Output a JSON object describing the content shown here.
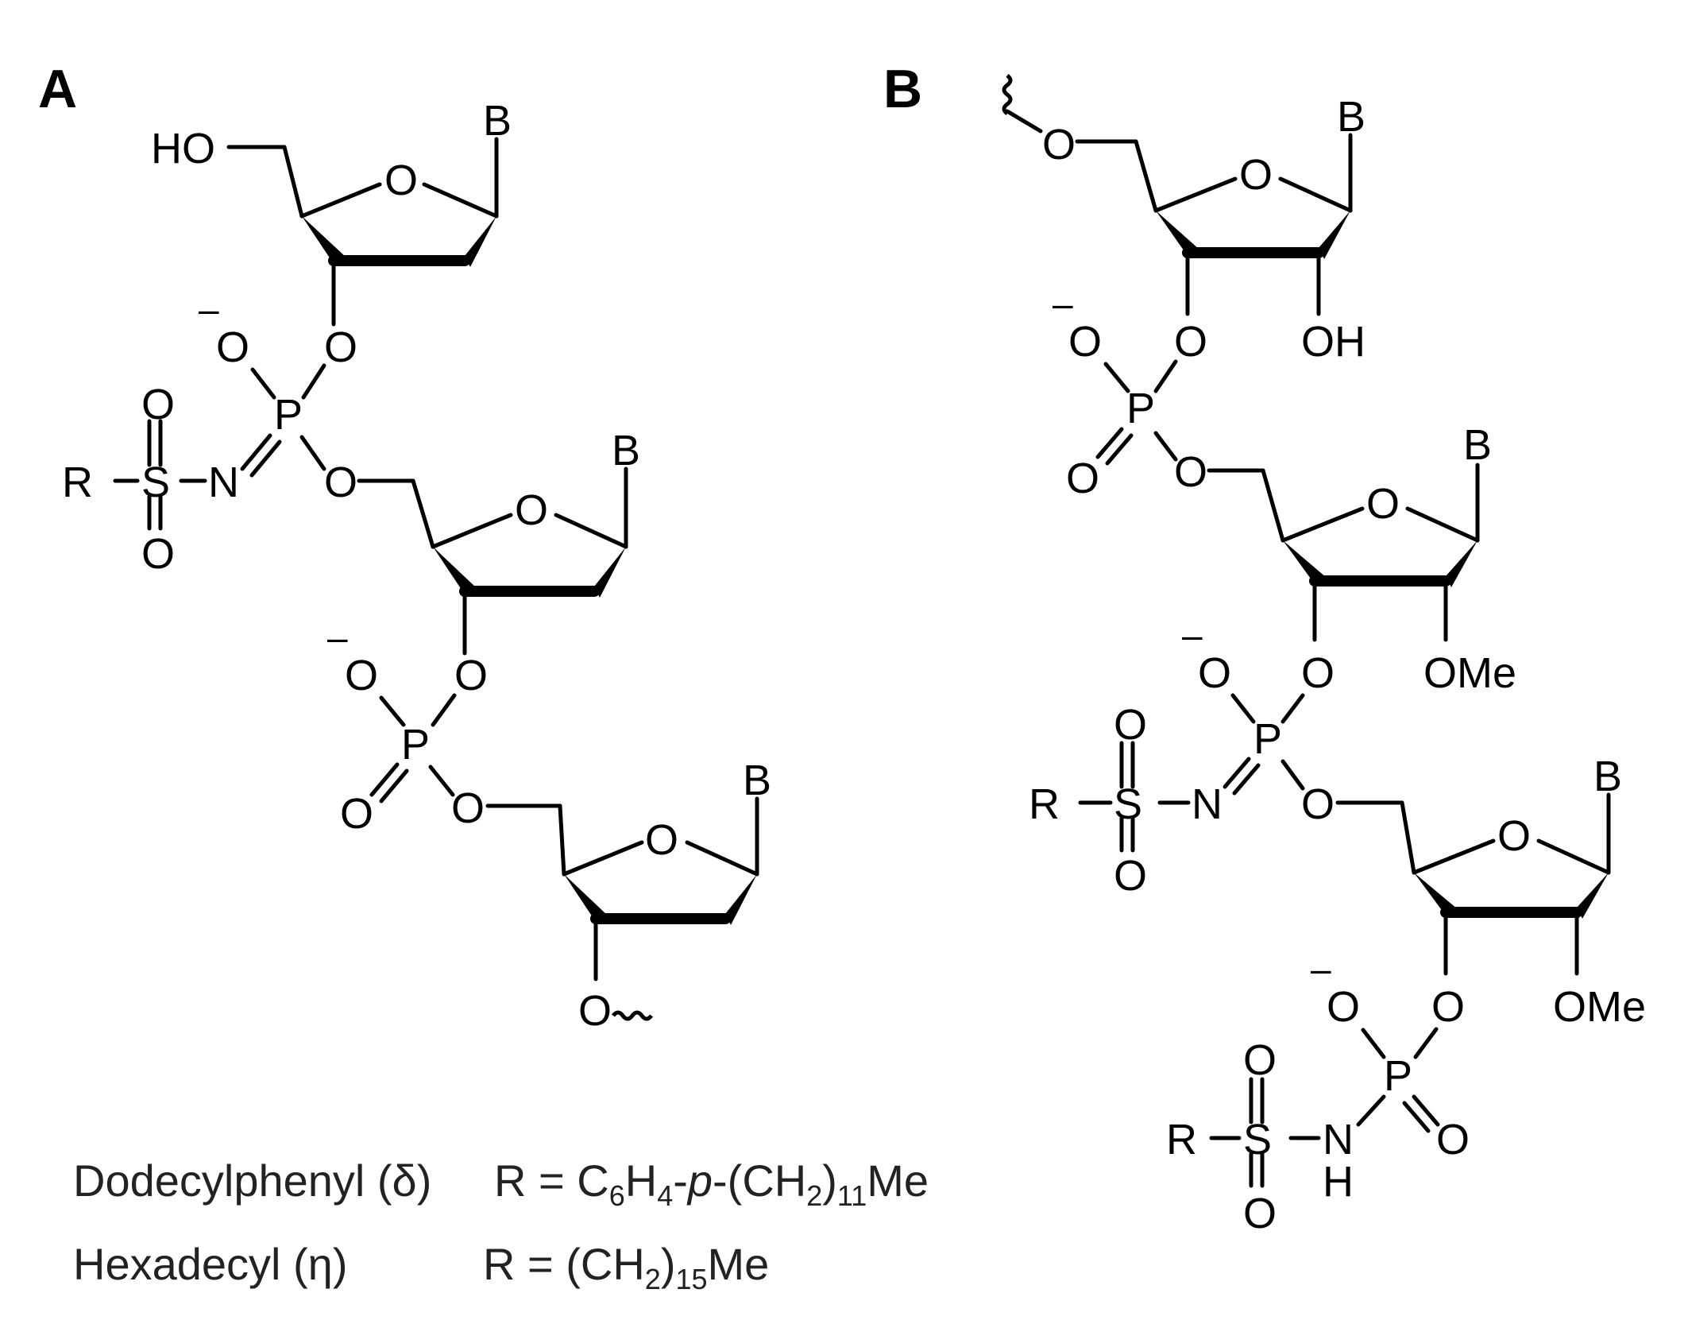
{
  "panels": {
    "a": {
      "label": "A"
    },
    "b": {
      "label": "B"
    }
  },
  "atoms": {
    "ho": "HO",
    "o": "O",
    "b": "B",
    "p": "P",
    "n": "N",
    "s": "S",
    "r": "R",
    "oh": "OH",
    "ome": "OMe",
    "h": "H",
    "minus": "–"
  },
  "legend": {
    "row1": {
      "name": "Dodecylphenyl (δ)",
      "formula": "R = C6H4-p-(CH2)11Me"
    },
    "row2": {
      "name": "Hexadecyl (η)",
      "formula": "R = (CH2)15Me"
    },
    "parts": {
      "r_eq": "R = C",
      "six": "6",
      "h": "H",
      "four": "4",
      "dash": "-",
      "p": "p",
      "ch_open": "-(CH",
      "two": "2",
      "close": ")",
      "eleven": "11",
      "me": "Me",
      "paren_ch": "(CH",
      "fifteen": "15"
    }
  }
}
